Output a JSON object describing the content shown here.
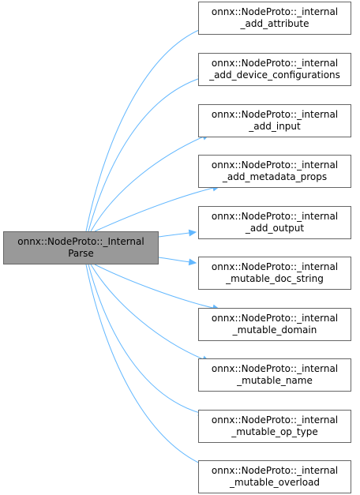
{
  "root": {
    "line1": "onnx::NodeProto::_Internal",
    "line2": "Parse"
  },
  "callees": [
    {
      "line1": "onnx::NodeProto::_internal",
      "line2": "_add_attribute"
    },
    {
      "line1": "onnx::NodeProto::_internal",
      "line2": "_add_device_configurations"
    },
    {
      "line1": "onnx::NodeProto::_internal",
      "line2": "_add_input"
    },
    {
      "line1": "onnx::NodeProto::_internal",
      "line2": "_add_metadata_props"
    },
    {
      "line1": "onnx::NodeProto::_internal",
      "line2": "_add_output"
    },
    {
      "line1": "onnx::NodeProto::_internal",
      "line2": "_mutable_doc_string"
    },
    {
      "line1": "onnx::NodeProto::_internal",
      "line2": "_mutable_domain"
    },
    {
      "line1": "onnx::NodeProto::_internal",
      "line2": "_mutable_name"
    },
    {
      "line1": "onnx::NodeProto::_internal",
      "line2": "_mutable_op_type"
    },
    {
      "line1": "onnx::NodeProto::_internal",
      "line2": "_mutable_overload"
    }
  ],
  "colors": {
    "edge": "#63b8ff",
    "root_fill": "#999999",
    "node_border": "#666666"
  }
}
